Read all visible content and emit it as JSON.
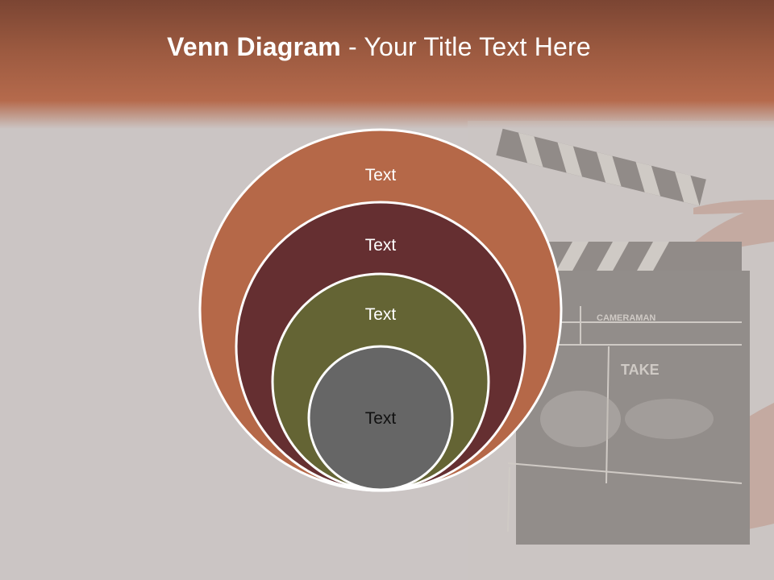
{
  "slide": {
    "title_bold": "Venn Diagram",
    "title_rest": " - Your Title Text Here"
  },
  "background": {
    "board_labels": [
      "CAMERAMAN",
      "TAKE"
    ]
  },
  "venn": {
    "circles": [
      {
        "label": "Text",
        "color": "#b56848"
      },
      {
        "label": "Text",
        "color": "#652f31"
      },
      {
        "label": "Text",
        "color": "#646434"
      },
      {
        "label": "Text",
        "color": "#666666"
      }
    ]
  },
  "colors": {
    "header": "#9c5a40",
    "background": "#cbc5c4",
    "circle_stroke": "#ffffff"
  }
}
